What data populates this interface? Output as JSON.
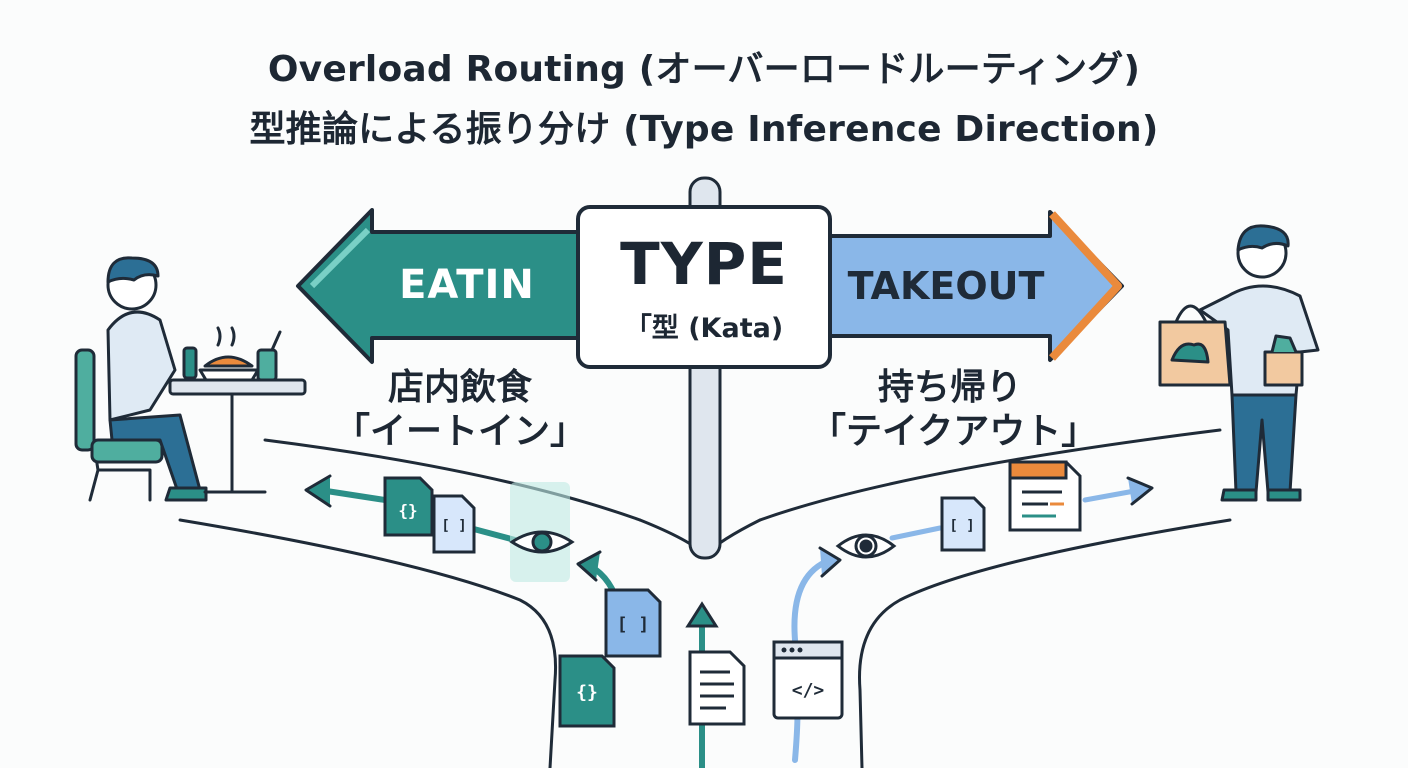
{
  "title": {
    "line1": "Overload Routing (オーバーロードルーティング)",
    "line2": "型推論による振り分け (Type Inference Direction)"
  },
  "sign": {
    "main": "TYPE",
    "sub": "「型 (Kata)"
  },
  "left_arrow": {
    "label": "EATIN",
    "caption_line1": "店内飲食",
    "caption_line2": "「イートイン」"
  },
  "right_arrow": {
    "label": "TAKEOUT",
    "caption_line1": "持ち帰り",
    "caption_line2": "「テイクアウト」"
  },
  "doc_glyphs": {
    "braces": "{}",
    "brackets": "[ ]",
    "code": "</>"
  },
  "colors": {
    "teal": "#2b8f87",
    "teal_dark": "#1f6f6a",
    "blue": "#8ab7e8",
    "orange": "#ea8a3c",
    "ink": "#1f2b38"
  }
}
